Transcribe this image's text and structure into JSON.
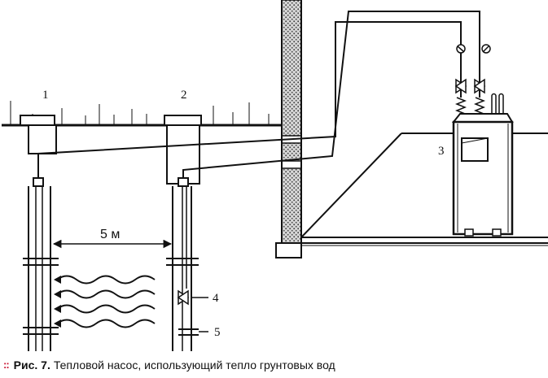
{
  "labels": {
    "well_1": "1",
    "well_2": "2",
    "heat_pump": "3",
    "valve": "4",
    "flange": "5",
    "distance": "5 м"
  },
  "caption": {
    "marker": "::",
    "label": "Рис. 7.",
    "text": "Тепловой насос, использующий тепло грунтовых вод"
  },
  "colors": {
    "line": "#111111",
    "caption_marker": "#c8102e"
  }
}
